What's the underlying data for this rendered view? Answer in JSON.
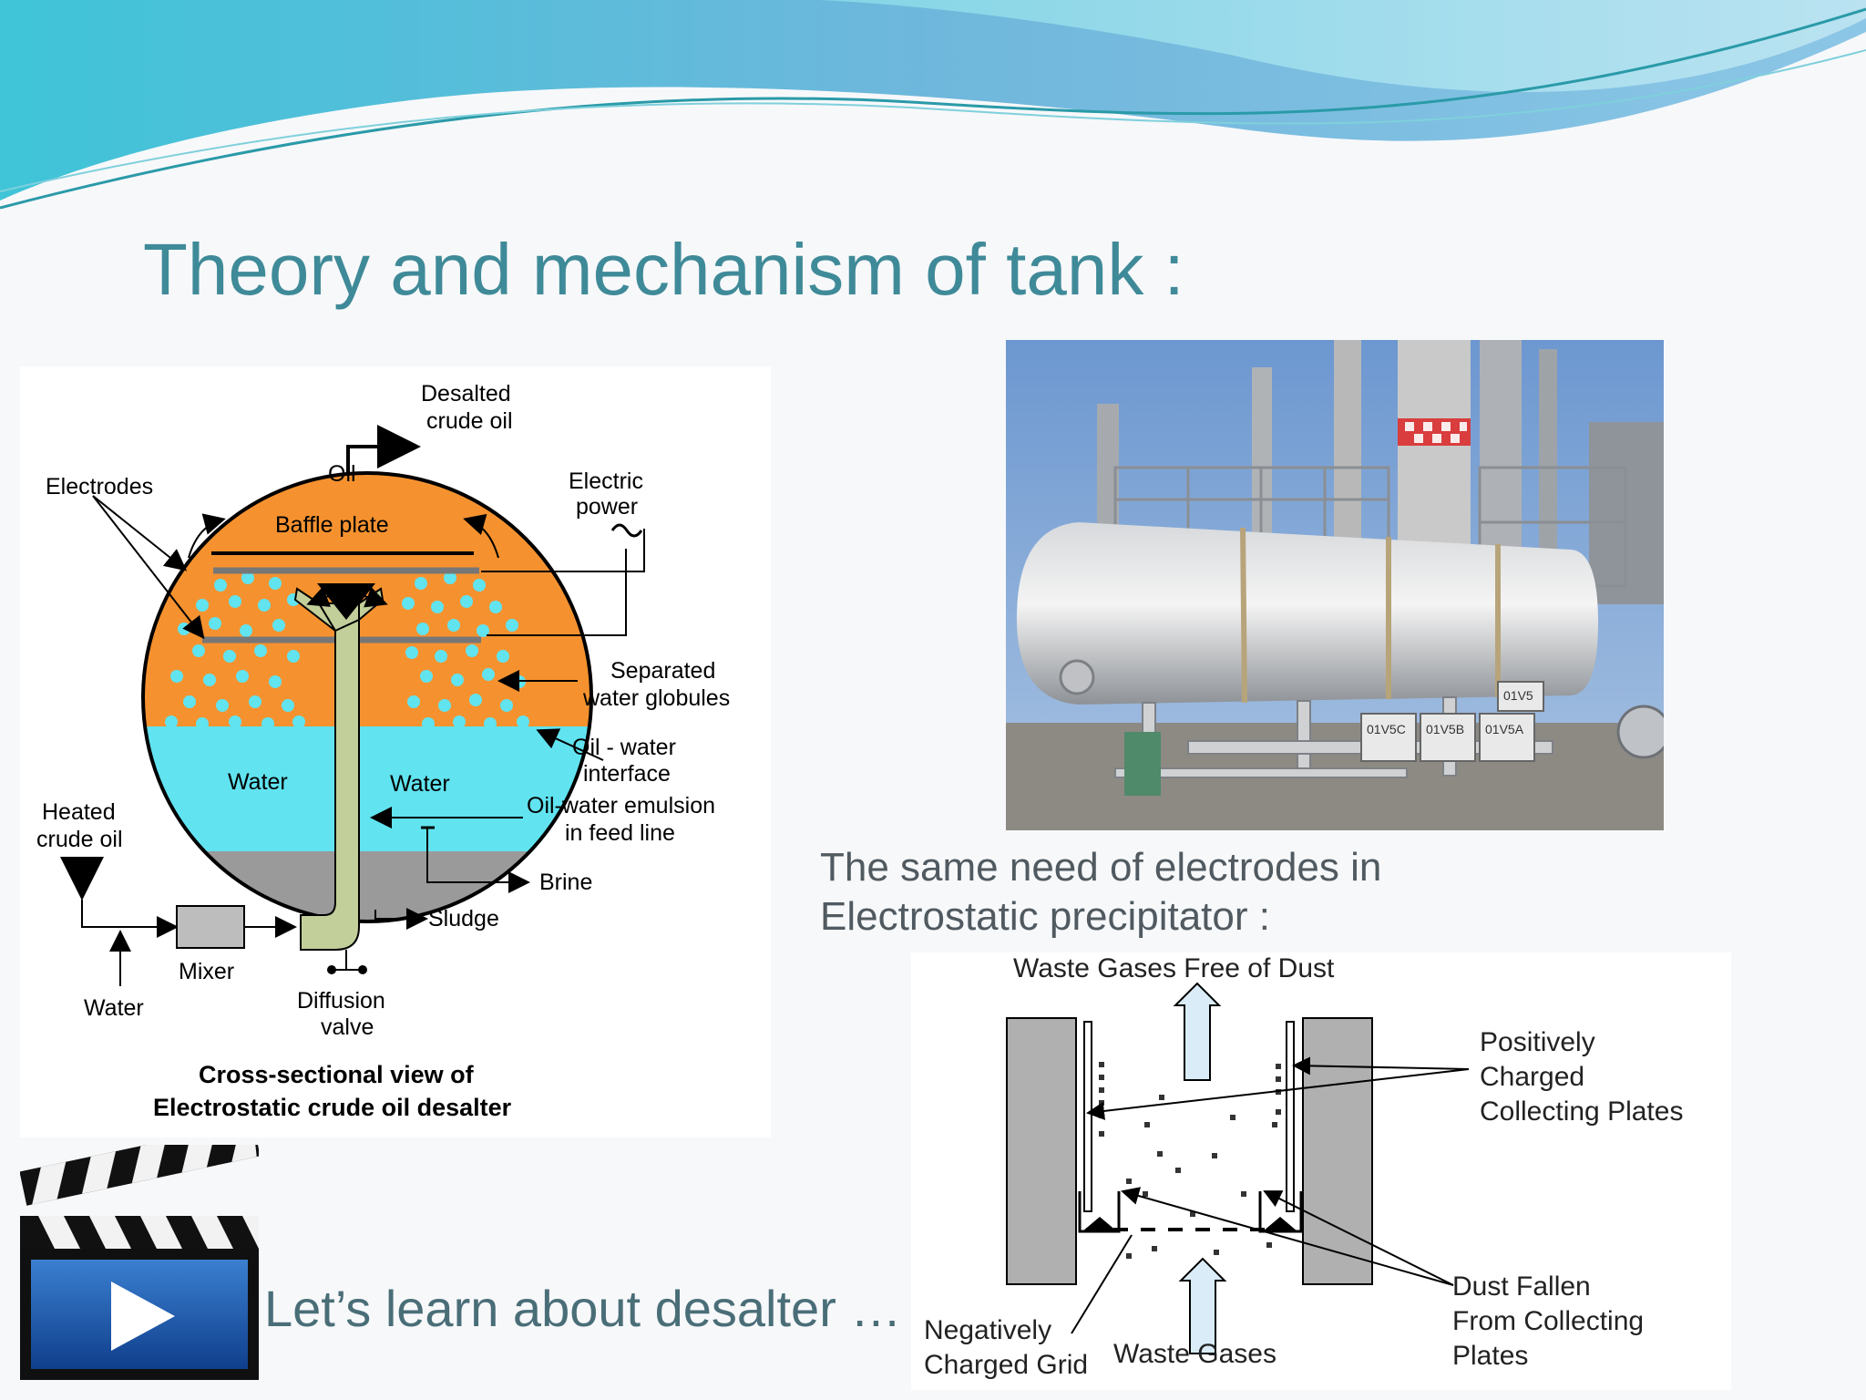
{
  "slide": {
    "title": "Theory and mechanism of tank :",
    "esp_caption_line1": "The same need of electrodes in",
    "esp_caption_line2": "Electrostatic precipitator :",
    "video_link": "Let’s learn about desalter …"
  },
  "desalter_diagram": {
    "desalted_l1": "Desalted",
    "desalted_l2": "crude oil",
    "oil": "Oil",
    "electrodes": "Electrodes",
    "electric_l1": "Electric",
    "electric_l2": "power",
    "baffle_plate": "Baffle plate",
    "separated_l1": "Separated",
    "separated_l2": "water globules",
    "interface_l1": "Oil - water",
    "interface_l2": "interface",
    "water_left": "Water",
    "water_right": "Water",
    "emulsion_l1": "Oil-water emulsion",
    "emulsion_l2": "in feed line",
    "heated_l1": "Heated",
    "heated_l2": "crude oil",
    "brine": "Brine",
    "sludge": "Sludge",
    "mixer": "Mixer",
    "water_in": "Water",
    "diffusion_l1": "Diffusion",
    "diffusion_l2": "valve",
    "caption_l1": "Cross-sectional view of",
    "caption_l2": "Electrostatic crude oil desalter"
  },
  "photo": {
    "tag1": "01V5",
    "tag2": "01V5C",
    "tag3": "01V5B",
    "tag4": "01V5A"
  },
  "esp_diagram": {
    "top_label": "Waste Gases Free of Dust",
    "pos_l1": "Positively",
    "pos_l2": "Charged",
    "pos_l3": "Collecting Plates",
    "dust_l1": "Dust Fallen",
    "dust_l2": "From Collecting",
    "dust_l3": "Plates",
    "neg_l1": "Negatively",
    "neg_l2": "Charged Grid",
    "bottom_label": "Waste Gases"
  },
  "colors": {
    "title": "#3f8a98",
    "oil_fill": "#f5922f",
    "water_fill": "#61e3f0",
    "pipe_fill": "#c3cf9a",
    "plate_gray": "#b0b0b0"
  },
  "icons": {
    "video": "video-clapperboard-play-icon"
  }
}
